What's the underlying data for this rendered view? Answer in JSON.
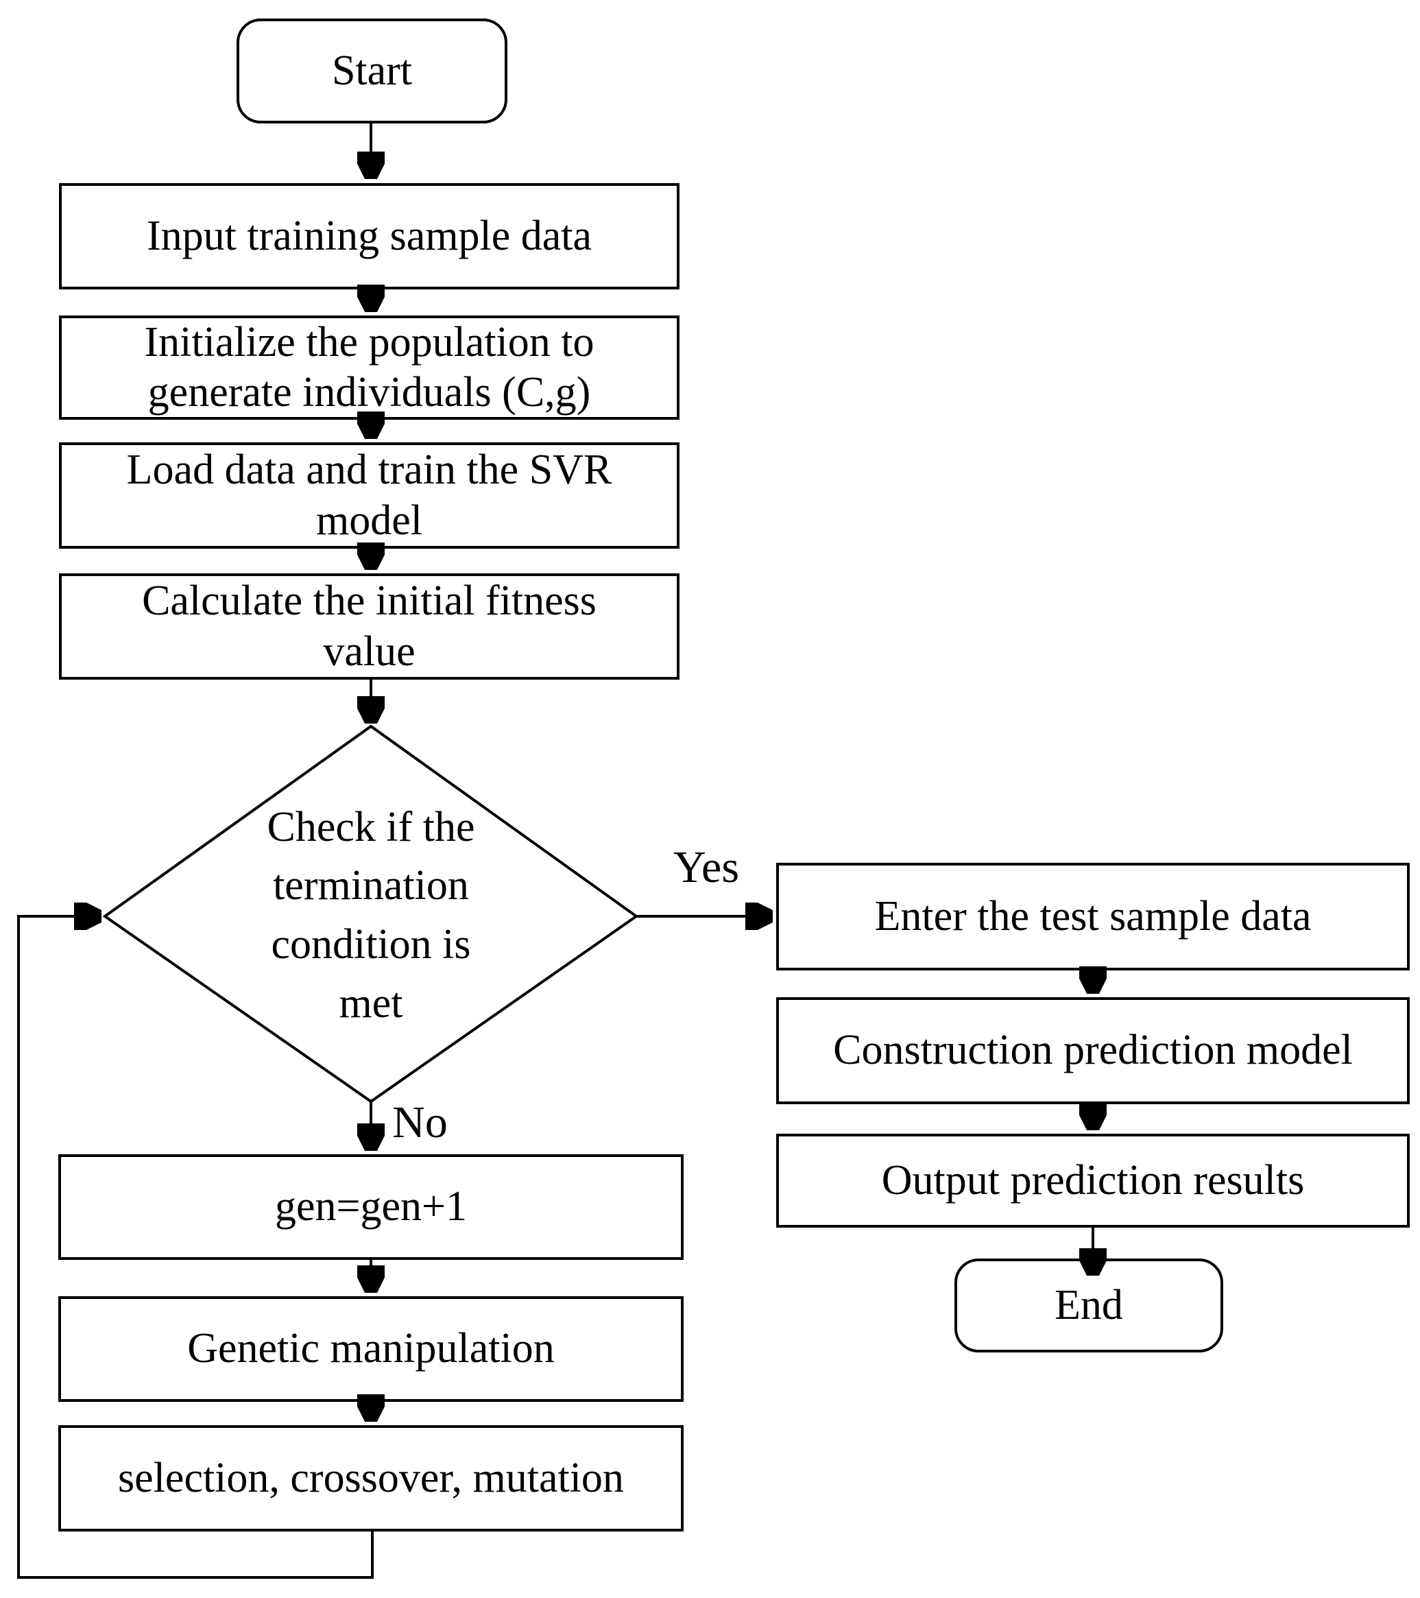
{
  "flowchart": {
    "nodes": {
      "start": {
        "type": "terminator",
        "label": "Start"
      },
      "input_training": {
        "type": "process",
        "label": "Input training sample data"
      },
      "initialize_population": {
        "type": "process",
        "label": "Initialize the population to\ngenerate individuals (C,g)"
      },
      "load_train_svr": {
        "type": "process",
        "label": "Load data and train the SVR\nmodel"
      },
      "calc_fitness": {
        "type": "process",
        "label": "Calculate the initial fitness\nvalue"
      },
      "termination_check": {
        "type": "decision",
        "label": "Check if the\ntermination\ncondition is\nmet"
      },
      "gen_increment": {
        "type": "process",
        "label": "gen=gen+1"
      },
      "genetic_manipulation": {
        "type": "process",
        "label": "Genetic manipulation"
      },
      "selection_crossover_mutation": {
        "type": "process",
        "label": "selection, crossover, mutation"
      },
      "enter_test_data": {
        "type": "process",
        "label": "Enter the test sample data"
      },
      "construction_prediction": {
        "type": "process",
        "label": "Construction prediction model"
      },
      "output_results": {
        "type": "process",
        "label": "Output prediction results"
      },
      "end": {
        "type": "terminator",
        "label": "End"
      }
    },
    "edge_labels": {
      "yes": "Yes",
      "no": "No"
    },
    "edges": [
      {
        "from": "start",
        "to": "input_training"
      },
      {
        "from": "input_training",
        "to": "initialize_population"
      },
      {
        "from": "initialize_population",
        "to": "load_train_svr"
      },
      {
        "from": "load_train_svr",
        "to": "calc_fitness"
      },
      {
        "from": "calc_fitness",
        "to": "termination_check"
      },
      {
        "from": "termination_check",
        "to": "enter_test_data",
        "label": "Yes"
      },
      {
        "from": "termination_check",
        "to": "gen_increment",
        "label": "No"
      },
      {
        "from": "gen_increment",
        "to": "genetic_manipulation"
      },
      {
        "from": "genetic_manipulation",
        "to": "selection_crossover_mutation"
      },
      {
        "from": "selection_crossover_mutation",
        "to": "termination_check"
      },
      {
        "from": "enter_test_data",
        "to": "construction_prediction"
      },
      {
        "from": "construction_prediction",
        "to": "output_results"
      },
      {
        "from": "output_results",
        "to": "end"
      }
    ],
    "colors": {
      "stroke": "#000000",
      "fill": "#ffffff",
      "text": "#000000"
    }
  }
}
